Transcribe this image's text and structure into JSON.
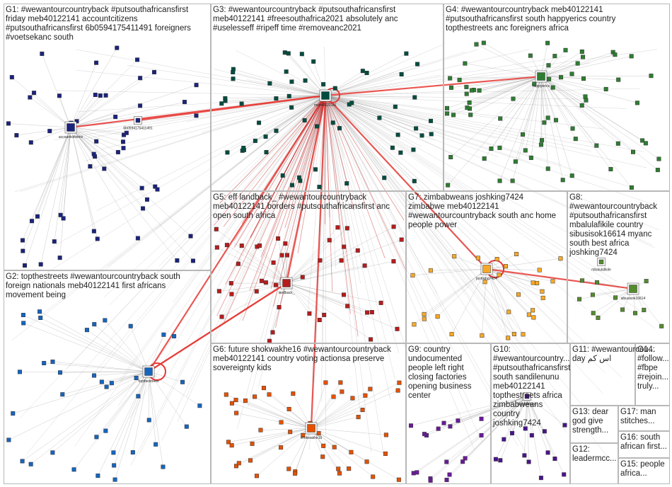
{
  "groups": [
    {
      "id": "G1",
      "label": "G1: #wewantourcountryback #putsouthafricansfirst\nfriday meb40122141 accountcitizens\n#putsouthafricansfirst 6b0594175411491 foreigners\n#voetsekanc south",
      "color": "#1a237e"
    },
    {
      "id": "G2",
      "label": "G2: topthestreets #wewantourcountryback south\nforeign nationals meb40122141 first africans\nmovement being",
      "color": "#1565c0"
    },
    {
      "id": "G3",
      "label": "G3: #wewantourcountryback #putsouthafricansfirst\nmeb40122141 #freesouthafrica2021 absolutely anc\n#uselesseff #ripeff time #removeanc2021",
      "color": "#004d40"
    },
    {
      "id": "G4",
      "label": "G4: #wewantourcountryback meb40122141\n#putsouthafricansfirst south happyerics country\ntopthestreets anc foreigners africa",
      "color": "#2e7d32"
    },
    {
      "id": "G5",
      "label": "G5: eff landback_ #wewantourcountryback\nmeb40122141 borders #putsouthafricansfirst anc\nopen south africa",
      "color": "#b71c1c"
    },
    {
      "id": "G6",
      "label": "G6: future shokwakhe16 #wewantourcountryback\nmeb40122141 country voting actionsa preserve\nsovereignty kids",
      "color": "#e65100"
    },
    {
      "id": "G7",
      "label": "G7: zimbabweans joshking7424\nzimbabwe meb40122141\n#wewantourcountryback south anc home\npeople power",
      "color": "#f9a825"
    },
    {
      "id": "G8",
      "label": "G8:\n#wewantourcountryback\n#putsouthafricansfirst\nmbalulafikile country\nsibusisok16614 myanc\nsouth best africa\njoshking7424",
      "color": "#558b2f"
    },
    {
      "id": "G9",
      "label": "G9: country\nundocumented\npeople left right\nclosing factories\nopening business\ncenter",
      "color": "#6a1b9a"
    },
    {
      "id": "G10",
      "label": "G10:\n#wewantourcountry...\n#putsouthafricansfirst\nsouth sandilenunu\nmeb40122141\ntopthestreets africa\nzimbabweans\ncountry\njoshking7424",
      "color": "#4a148c"
    },
    {
      "id": "G11",
      "label": "G11: #wewantourcou...\nday اس کم",
      "color": "#37474f"
    },
    {
      "id": "G12",
      "label": "G12:\nleadermcc...",
      "color": "#37474f"
    },
    {
      "id": "G13",
      "label": "G13: dear\ngod give\nstrength...",
      "color": "#37474f"
    },
    {
      "id": "G14",
      "label": "G14:\n#follow...\n#fbpe\n#rejoin...\ntruly...",
      "color": "#37474f"
    },
    {
      "id": "G15",
      "label": "G15: people\nafrica...",
      "color": "#37474f"
    },
    {
      "id": "G16",
      "label": "G16: south\nafrican first...",
      "color": "#37474f"
    },
    {
      "id": "G17",
      "label": "G17: man\nstitches...",
      "color": "#37474f"
    }
  ],
  "nodes": [
    {
      "label": "meb40122141",
      "group": "G3",
      "hub": true
    },
    {
      "label": "accountcitizens",
      "group": "G1",
      "hub": true
    },
    {
      "label": "6b0594175411491",
      "group": "G1",
      "hub": false
    },
    {
      "label": "topthestreets",
      "group": "G2",
      "hub": true
    },
    {
      "label": "happyerics",
      "group": "G4",
      "hub": true
    },
    {
      "label": "landback_",
      "group": "G5",
      "hub": true
    },
    {
      "label": "shokwakhe16",
      "group": "G6",
      "hub": true
    },
    {
      "label": "joshking7424",
      "group": "G7",
      "hub": true
    },
    {
      "label": "sibusisok16614",
      "group": "G8",
      "hub": true
    },
    {
      "label": "mbalulafikile",
      "group": "G8",
      "hub": false
    },
    {
      "label": "sandilenunu",
      "group": "G10",
      "hub": false
    }
  ],
  "colors": {
    "box_border": "#b8b8b8",
    "edge": "#8a8a8a",
    "edge_strong": "#e53935",
    "edge_red": "#c62828"
  }
}
